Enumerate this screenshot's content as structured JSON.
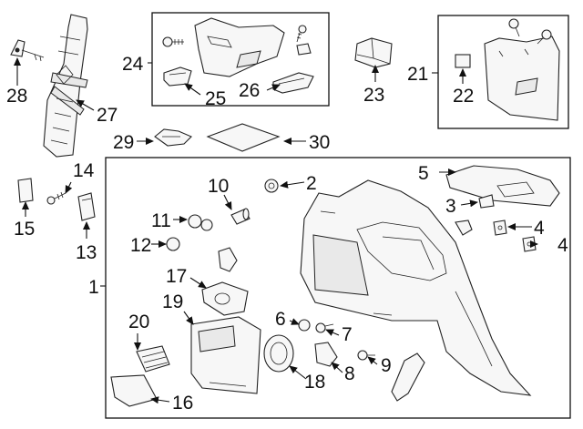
{
  "callouts": {
    "c1": "1",
    "c2": "2",
    "c3": "3",
    "c4a": "4",
    "c4b": "4",
    "c5": "5",
    "c6": "6",
    "c7": "7",
    "c8": "8",
    "c9": "9",
    "c10": "10",
    "c11": "11",
    "c12": "12",
    "c13": "13",
    "c14": "14",
    "c15": "15",
    "c16": "16",
    "c17": "17",
    "c18": "18",
    "c19": "19",
    "c20": "20",
    "c21": "21",
    "c22": "22",
    "c23": "23",
    "c24": "24",
    "c25": "25",
    "c26": "26",
    "c27": "27",
    "c28": "28",
    "c29": "29",
    "c30": "30"
  },
  "colors": {
    "line": "#111111",
    "part_fill": "#f7f7f7",
    "background": "#ffffff"
  }
}
